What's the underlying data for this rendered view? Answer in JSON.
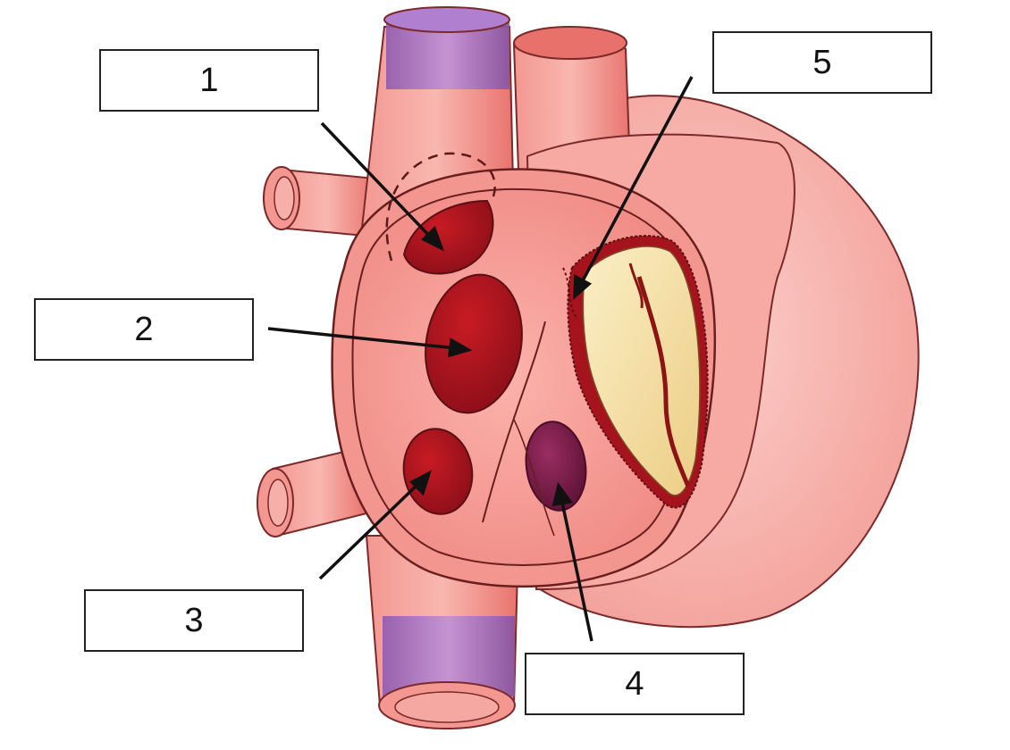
{
  "diagram": {
    "labels": [
      {
        "id": "1",
        "text": "1"
      },
      {
        "id": "2",
        "text": "2"
      },
      {
        "id": "3",
        "text": "3"
      },
      {
        "id": "4",
        "text": "4"
      },
      {
        "id": "5",
        "text": "5"
      }
    ],
    "colors": {
      "tissue": "#f28b86",
      "tissue_light": "#f7a7a1",
      "tissue_dark": "#e0645f",
      "outline": "#5a1a1a",
      "opening_red": "#b3131d",
      "opening_dark": "#8c0f18",
      "opening_purple": "#7a1f48",
      "vena_cava_band": "#a46fc0",
      "valve_cream": "#f4e2a8",
      "arrow": "#111111"
    }
  }
}
